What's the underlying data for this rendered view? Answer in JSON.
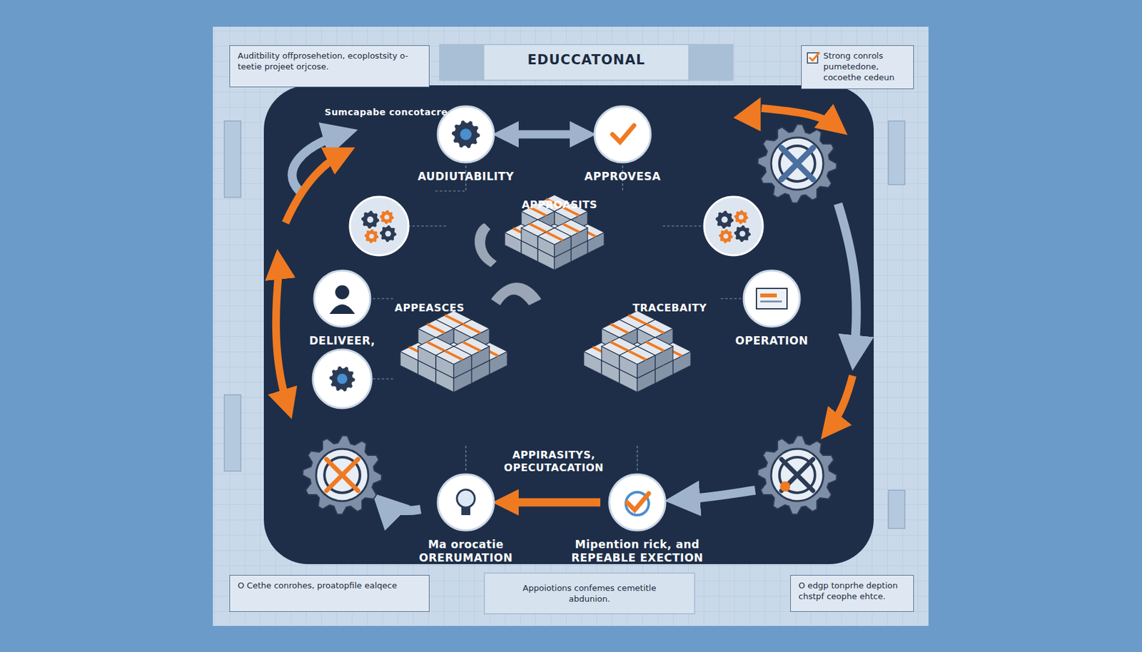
{
  "diagram": {
    "title": "EDUCCATONAL",
    "nodes": [
      {
        "text": [
          "Auditbility offprosehetion, ecoplostsity o-teetie projeet orjcose."
        ]
      },
      {
        "text": [
          "Strong conrols pumetedone, cocoethe cedeun"
        ]
      },
      {
        "text": [
          "AUDIUTABILITY"
        ]
      },
      {
        "text": [
          "APPROVESA"
        ]
      },
      {
        "text": [
          "DELIVEER,"
        ]
      },
      {
        "text": [
          "OPERATION"
        ]
      },
      {
        "text": [
          "Ma orocatie ORERUMATION"
        ]
      },
      {
        "text": [
          "Mipention rick, and REPEABLE EXECTION"
        ]
      },
      {
        "text": [
          "O Cethe conrohes, proatopfile ealqece"
        ]
      },
      {
        "text": [
          "Appoiotions confemes cemetitle abdunion."
        ]
      },
      {
        "text": [
          "O edgp tonprhe deption chstpf ceophe ehtce."
        ]
      }
    ],
    "edges": [
      {
        "from": 2,
        "to": 3,
        "arrow": "both"
      },
      {
        "from": 7,
        "to": 6,
        "arrow": "to"
      }
    ],
    "labels": [
      "Sumcapabe concotacre",
      "APPROASITS",
      "APPEASCES",
      "TRACEBAITY",
      "APPIRASITYS, OPECUTACATION"
    ]
  }
}
